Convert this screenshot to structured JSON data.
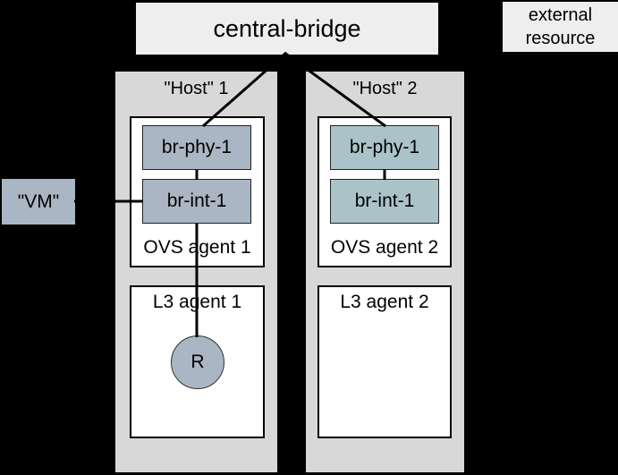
{
  "colors": {
    "background": "#000000",
    "panel_light": "#eeeeee",
    "host_background": "#d8d8d8",
    "inner_box_background": "#ffffff",
    "host1_accent": "#abb6c4",
    "host2_accent": "#aac3c9",
    "line": "#000000"
  },
  "central_bridge": {
    "label": "central-bridge"
  },
  "external_resource": {
    "label": "external resource"
  },
  "vm": {
    "label": "\"VM\""
  },
  "hosts": [
    {
      "title": "\"Host\" 1",
      "bridges": [
        {
          "label": "br-phy-1"
        },
        {
          "label": "br-int-1"
        }
      ],
      "ovs_agent": "OVS agent 1",
      "l3_agent": "L3 agent 1",
      "router": "R"
    },
    {
      "title": "\"Host\" 2",
      "bridges": [
        {
          "label": "br-phy-1"
        },
        {
          "label": "br-int-1"
        }
      ],
      "ovs_agent": "OVS agent 2",
      "l3_agent": "L3 agent 2"
    }
  ]
}
